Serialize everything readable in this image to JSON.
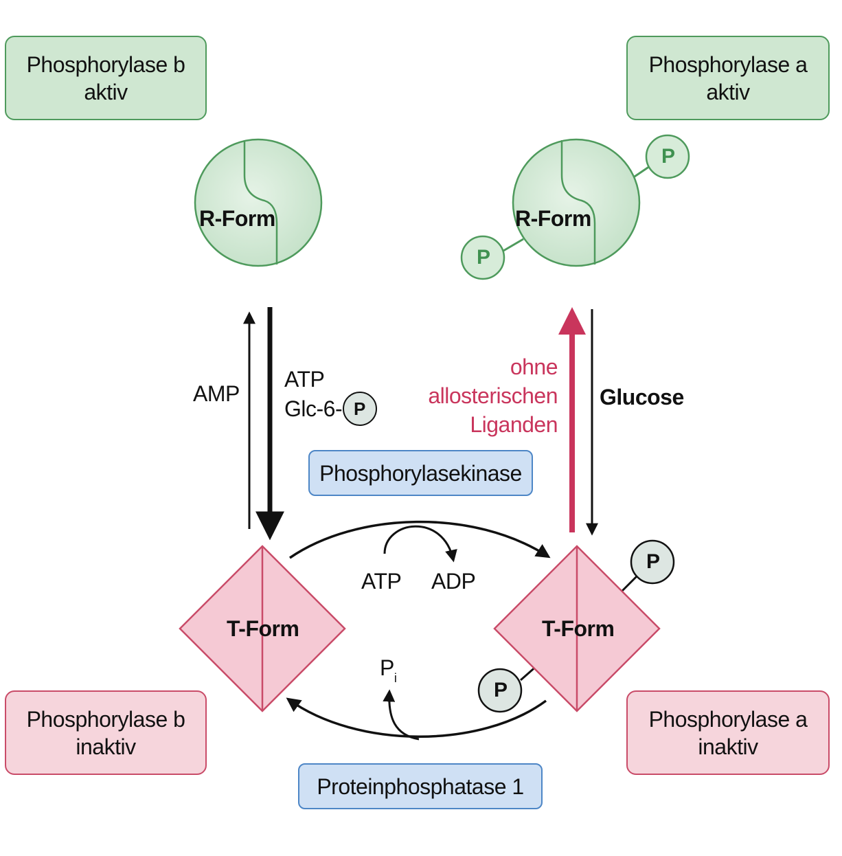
{
  "boxes": {
    "top_left": {
      "line1": "Phosphorylase b",
      "line2": "aktiv"
    },
    "top_right": {
      "line1": "Phosphorylase a",
      "line2": "aktiv"
    },
    "bottom_left": {
      "line1": "Phosphorylase b",
      "line2": "inaktiv"
    },
    "bottom_right": {
      "line1": "Phosphorylase a",
      "line2": "inaktiv"
    }
  },
  "enzymes": {
    "kinase": "Phosphorylasekinase",
    "phosphatase": "Proteinphosphatase 1"
  },
  "shapes": {
    "r_form_left": "R-Form",
    "r_form_right": "R-Form",
    "t_form_left": "T-Form",
    "t_form_right": "T-Form",
    "phosphate": "P"
  },
  "labels": {
    "amp": "AMP",
    "atp_top": "ATP",
    "glc6": "Glc-6-",
    "ohne_line1": "ohne",
    "ohne_line2": "allosterischen",
    "ohne_line3": "Liganden",
    "glucose": "Glucose",
    "atp_bottom": "ATP",
    "adp": "ADP",
    "pi_main": "P",
    "pi_sub": "i"
  },
  "colors": {
    "green_fill": "#cfe7d1",
    "green_stroke": "#4e9a5c",
    "pink_fill": "#f6d5dc",
    "pink_stroke": "#c94b68",
    "blue_fill": "#cfe0f4",
    "blue_stroke": "#4d86c6",
    "accent_red": "#c9355c",
    "arrow_black": "#111111"
  }
}
